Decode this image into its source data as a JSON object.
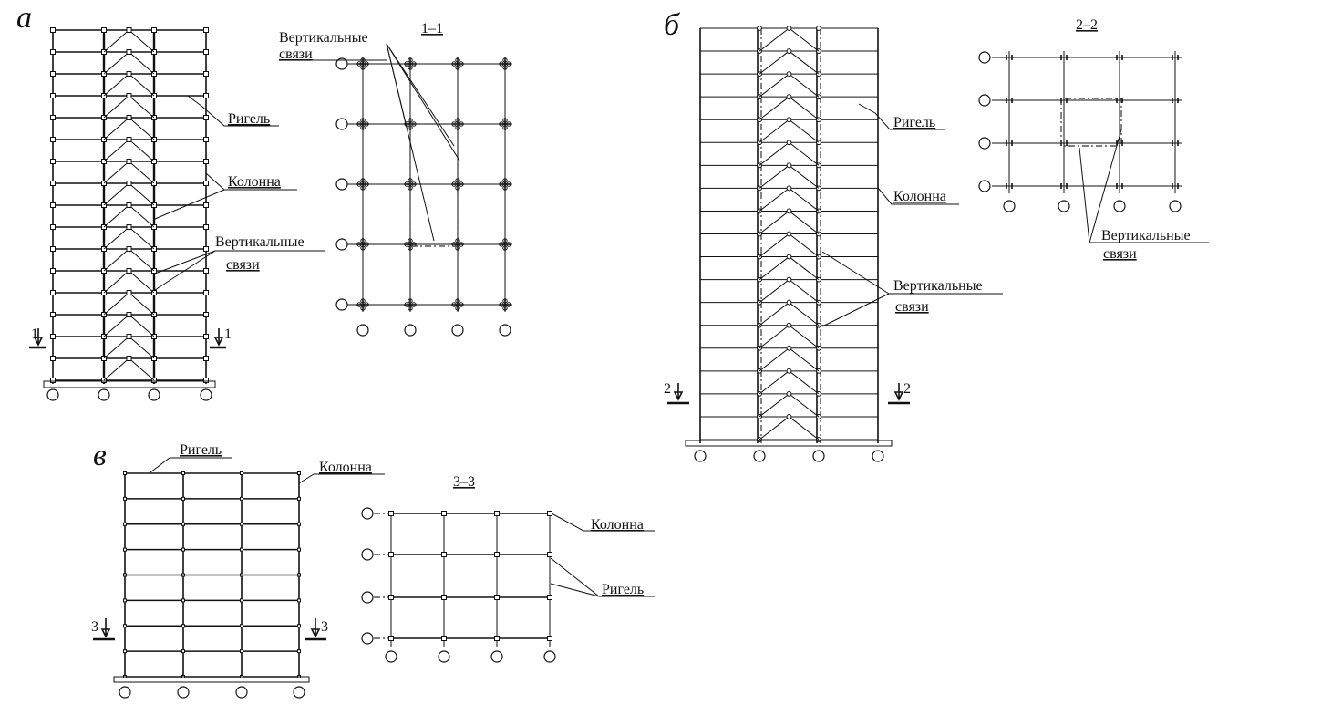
{
  "panels": {
    "a": {
      "letter": "а",
      "section_mark": "1",
      "section_title": "1–1",
      "labels": {
        "beam": "Ригель",
        "column": "Колонна",
        "bracing_line1": "Вертикальные",
        "bracing_line2": "связи"
      },
      "plan_labels": {
        "bracing_line1": "Вертикальные",
        "bracing_line2": "связи"
      }
    },
    "b": {
      "letter": "б",
      "section_mark": "2",
      "section_title": "2–2",
      "labels": {
        "beam": "Ригель",
        "column": "Колонна",
        "bracing_line1": "Вертикальные",
        "bracing_line2": "связи"
      },
      "plan_labels": {
        "bracing_line1": "Вертикальные",
        "bracing_line2": "связи"
      }
    },
    "c": {
      "letter": "в",
      "section_mark": "3",
      "section_title": "3–3",
      "labels": {
        "beam": "Ригель",
        "column": "Колонна"
      },
      "plan_labels": {
        "column": "Колонна",
        "beam": "Ригель"
      }
    }
  }
}
